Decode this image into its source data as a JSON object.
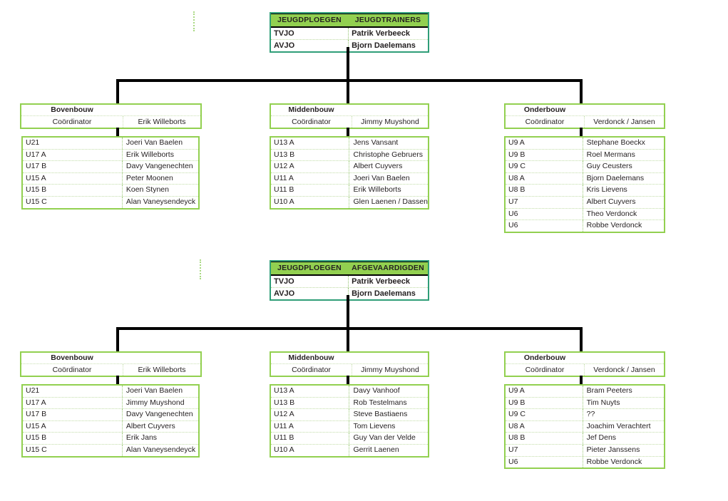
{
  "charts": [
    {
      "id": "jeugdtrainers",
      "root": {
        "headers": [
          "JEUGDPLOEGEN",
          "JEUGDTRAINERS"
        ],
        "rows": [
          [
            "TVJO",
            "Patrik Verbeeck"
          ],
          [
            "AVJO",
            "Bjorn Daelemans"
          ]
        ]
      },
      "groups": [
        {
          "title": "Bovenbouw",
          "role_label": "Coördinator",
          "role_person": "Erik Willeborts",
          "teams": [
            [
              "U21",
              "Joeri Van Baelen"
            ],
            [
              "U17 A",
              "Erik Willeborts"
            ],
            [
              "U17 B",
              "Davy Vangenechten"
            ],
            [
              "U15 A",
              "Peter Moonen"
            ],
            [
              "U15 B",
              "Koen Stynen"
            ],
            [
              "U15 C",
              "Alan Vaneysendeyck"
            ]
          ]
        },
        {
          "title": "Middenbouw",
          "role_label": "Coördinator",
          "role_person": "Jimmy Muyshond",
          "teams": [
            [
              "U13 A",
              "Jens Vansant"
            ],
            [
              "U13 B",
              "Christophe Gebruers"
            ],
            [
              "U12 A",
              "Albert Cuyvers"
            ],
            [
              "U11 A",
              "Joeri Van Baelen"
            ],
            [
              "U11 B",
              "Erik Willeborts"
            ],
            [
              "U10 A",
              "Glen Laenen / Dassen"
            ]
          ]
        },
        {
          "title": "Onderbouw",
          "role_label": "Coördinator",
          "role_person": "Verdonck / Jansen",
          "teams": [
            [
              "U9 A",
              "Stephane Boeckx"
            ],
            [
              "U9 B",
              "Roel Mermans"
            ],
            [
              "U9 C",
              "Guy Ceusters"
            ],
            [
              "U8 A",
              "Bjorn Daelemans"
            ],
            [
              "U8 B",
              "Kris Lievens"
            ],
            [
              "U7",
              "Albert Cuyvers"
            ],
            [
              "U6",
              "Theo Verdonck"
            ],
            [
              "U6",
              "Robbe Verdonck"
            ]
          ]
        }
      ]
    },
    {
      "id": "afgevaardigden",
      "root": {
        "headers": [
          "JEUGDPLOEGEN",
          "AFGEVAARDIGDEN"
        ],
        "rows": [
          [
            "TVJO",
            "Patrik Verbeeck"
          ],
          [
            "AVJO",
            "Bjorn Daelemans"
          ]
        ]
      },
      "groups": [
        {
          "title": "Bovenbouw",
          "role_label": "Coördinator",
          "role_person": "Erik Willeborts",
          "teams": [
            [
              "U21",
              "Joeri Van Baelen"
            ],
            [
              "U17 A",
              "Jimmy Muyshond"
            ],
            [
              "U17 B",
              "Davy Vangenechten"
            ],
            [
              "U15 A",
              "Albert Cuyvers"
            ],
            [
              "U15 B",
              "Erik Jans"
            ],
            [
              "U15 C",
              "Alan Vaneysendeyck"
            ]
          ]
        },
        {
          "title": "Middenbouw",
          "role_label": "Coördinator",
          "role_person": "Jimmy Muyshond",
          "teams": [
            [
              "U13 A",
              "Davy Vanhoof"
            ],
            [
              "U13 B",
              "Rob Testelmans"
            ],
            [
              "U12 A",
              "Steve Bastiaens"
            ],
            [
              "U11 A",
              "Tom Lievens"
            ],
            [
              "U11 B",
              "Guy Van der Velde"
            ],
            [
              "U10 A",
              "Gerrit Laenen"
            ]
          ]
        },
        {
          "title": "Onderbouw",
          "role_label": "Coördinator",
          "role_person": "Verdonck / Jansen",
          "teams": [
            [
              "U9 A",
              "Bram Peeters"
            ],
            [
              "U9 B",
              "Tim Nuyts"
            ],
            [
              "U9 C",
              "??"
            ],
            [
              "U8 A",
              "Joachim Verachtert"
            ],
            [
              "U8 B",
              "Jef Dens"
            ],
            [
              "U7",
              "Pieter Janssens"
            ],
            [
              "U6",
              "Robbe Verdonck"
            ]
          ]
        }
      ]
    }
  ],
  "colors": {
    "header_fill": "#92d050",
    "group_border": "#92d050",
    "root_border": "#2f9e78",
    "connector": "#000000",
    "text": "#231f20"
  }
}
